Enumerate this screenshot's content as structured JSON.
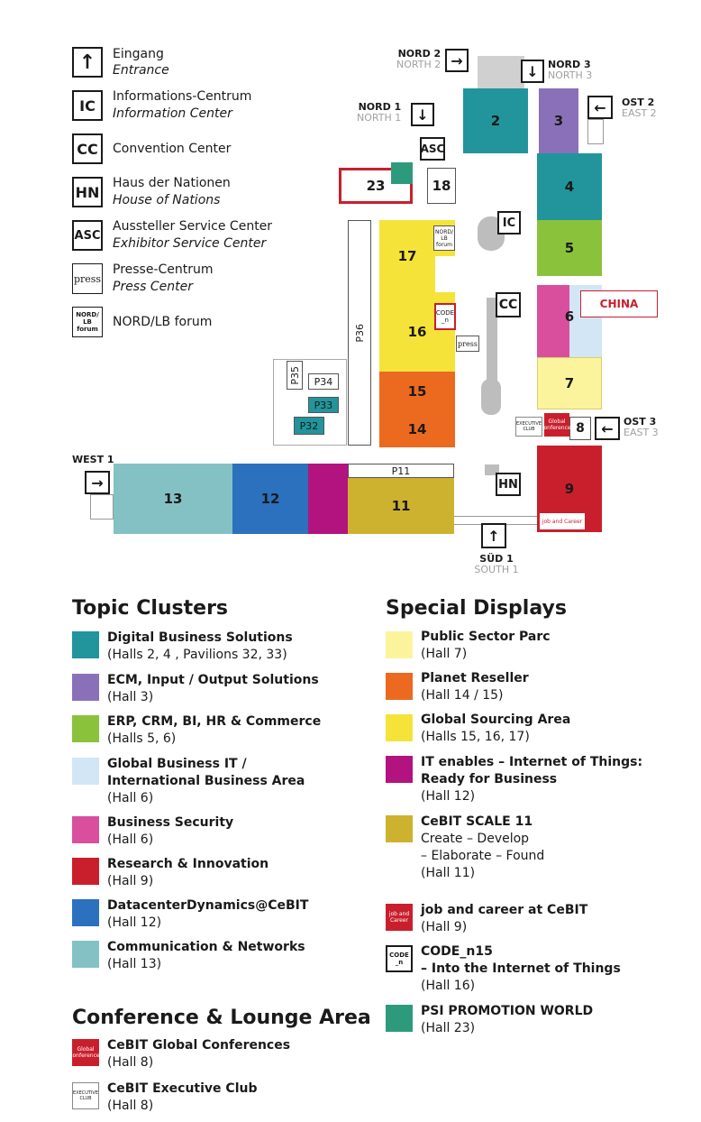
{
  "legend": [
    {
      "id": "entrance",
      "icon": "↑",
      "line1": "Eingang",
      "line2": "Entrance"
    },
    {
      "id": "ic",
      "icon": "IC",
      "line1": "Informations-Centrum",
      "line2": "Information Center"
    },
    {
      "id": "cc",
      "icon": "CC",
      "line1": "Convention Center",
      "line2": ""
    },
    {
      "id": "hn",
      "icon": "HN",
      "line1": "Haus der Nationen",
      "line2": "House of Nations"
    },
    {
      "id": "asc",
      "icon": "ASC",
      "line1": "Aussteller Service Center",
      "line2": "Exhibitor Service Center"
    },
    {
      "id": "press",
      "icon": "press",
      "line1": "Presse-Centrum",
      "line2": "Press Center"
    },
    {
      "id": "nordlb",
      "icon": "NORD/ LB forum",
      "line1": "NORD/LB forum",
      "line2": ""
    }
  ],
  "map": {
    "halls": {
      "h2": "2",
      "h3": "3",
      "h4": "4",
      "h5": "5",
      "h6": "6",
      "h7": "7",
      "h8": "8",
      "h9": "9",
      "h11": "11",
      "h12": "12",
      "h13": "13",
      "h14": "14",
      "h15": "15",
      "h16": "16",
      "h17": "17",
      "h18": "18",
      "h23": "23"
    },
    "pavilions": {
      "p11": "P11",
      "p32": "P32",
      "p33": "P33",
      "p34": "P34",
      "p35": "P35",
      "p36": "P36"
    },
    "facilities": {
      "ic": "IC",
      "cc": "CC",
      "hn": "HN",
      "asc": "ASC",
      "press": "press",
      "nordlb": "NORD/ LB forum",
      "code": "CODE _n",
      "jobcareer": "job and Career",
      "china": "CHINA",
      "global": "Global Conferences",
      "exec": "EXECUTIVE CLUB"
    },
    "gates": [
      {
        "id": "nord2",
        "de": "NORD 2",
        "en": "NORTH 2",
        "arrow": "→"
      },
      {
        "id": "nord3",
        "de": "NORD 3",
        "en": "NORTH 3",
        "arrow": "↓"
      },
      {
        "id": "nord1",
        "de": "NORD 1",
        "en": "NORTH 1",
        "arrow": "↓"
      },
      {
        "id": "ost2",
        "de": "OST 2",
        "en": "EAST 2",
        "arrow": "←"
      },
      {
        "id": "ost3",
        "de": "OST 3",
        "en": "EAST 3",
        "arrow": "←"
      },
      {
        "id": "west1",
        "de": "WEST 1",
        "en": "",
        "arrow": "→"
      },
      {
        "id": "sud1",
        "de": "SÜD 1",
        "en": "SOUTH 1",
        "arrow": "↑"
      }
    ]
  },
  "topic_clusters": {
    "heading": "Topic Clusters",
    "items": [
      {
        "title": "Digital Business Solutions",
        "sub": "(Halls 2, 4 , Pavilions 32, 33)",
        "color": "#21959b"
      },
      {
        "title": "ECM, Input / Output Solutions",
        "sub": "(Hall 3)",
        "color": "#8a70b8"
      },
      {
        "title": "ERP, CRM, BI, HR & Commerce",
        "sub": "(Halls 5, 6)",
        "color": "#8ac23c"
      },
      {
        "title": "Global Business IT /",
        "title2": "International Business Area",
        "sub": "(Hall 6)",
        "color": "#d3e6f5"
      },
      {
        "title": "Business Security",
        "sub": "(Hall 6)",
        "color": "#d94f9e"
      },
      {
        "title": "Research & Innovation",
        "sub": "(Hall 9)",
        "color": "#c91f2c"
      },
      {
        "title": "DatacenterDynamics@CeBIT",
        "sub": "(Hall 12)",
        "color": "#2b71bd"
      },
      {
        "title": "Communication & Networks",
        "sub": "(Hall 13)",
        "color": "#84c1c4"
      }
    ]
  },
  "conference": {
    "heading": "Conference & Lounge Area",
    "items": [
      {
        "title": "CeBIT Global Conferences",
        "sub": "(Hall 8)"
      },
      {
        "title": "CeBIT Executive Club",
        "sub": "(Hall 8)"
      }
    ]
  },
  "special_displays": {
    "heading": "Special Displays",
    "items": [
      {
        "title": "Public Sector Parc",
        "sub": "(Hall 7)",
        "color": "#fbf49c"
      },
      {
        "title": "Planet Reseller",
        "sub": "(Hall 14 / 15)",
        "color": "#ec6a1f"
      },
      {
        "title": "Global Sourcing Area",
        "sub": "(Halls 15, 16, 17)",
        "color": "#f5e33a"
      },
      {
        "title": "IT enables – Internet of Things:",
        "title2": "Ready for Business",
        "sub": "(Hall 12)",
        "color": "#b2137f"
      },
      {
        "title": "CeBIT SCALE 11",
        "sub1": "Create – Develop",
        "sub2": "– Elaborate – Found",
        "sub": "(Hall 11)",
        "color": "#cdb22f"
      },
      {
        "title": "job and career at CeBIT",
        "sub": "(Hall 9)"
      },
      {
        "title": "CODE_n15",
        "title2": "– Into the Internet of Things",
        "sub": "(Hall 16)"
      },
      {
        "title": "PSI PROMOTION WORLD",
        "sub": "(Hall 23)"
      }
    ]
  },
  "colors": {
    "teal": "#21959b",
    "purple": "#8a70b8",
    "green": "#8ac23c",
    "pink": "#d94f9e",
    "red": "#c91f2c",
    "blue": "#2b71bd",
    "lightteal": "#84c1c4",
    "yellow": "#f5e33a",
    "paleyellow": "#fbf49c",
    "orange": "#ec6a1f",
    "magenta": "#b2137f",
    "olive": "#cdb22f",
    "lightblue": "#d3e6f5"
  }
}
